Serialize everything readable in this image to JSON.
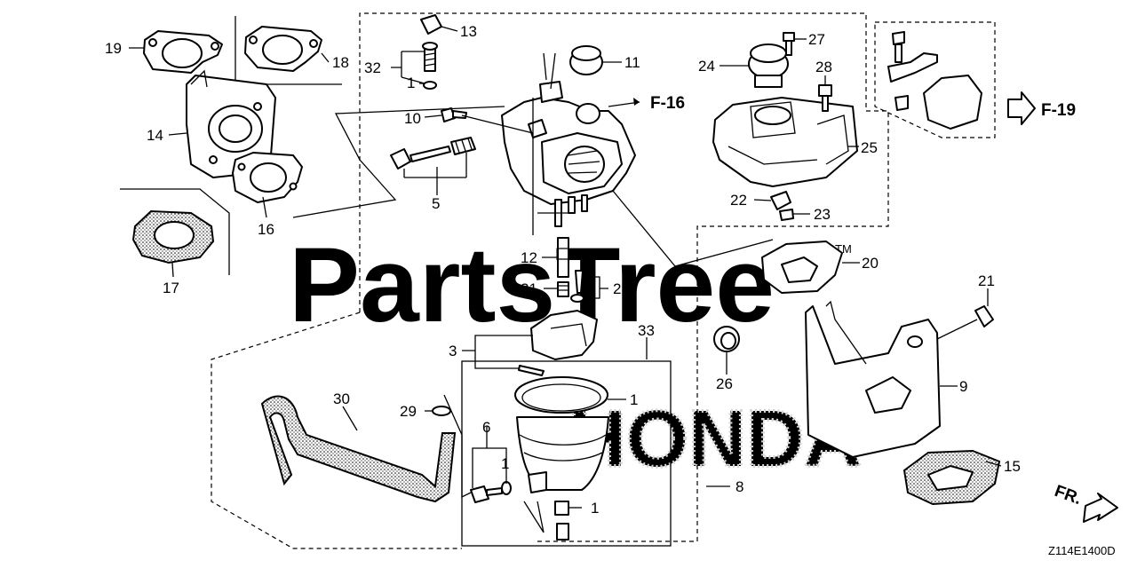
{
  "watermark": "PartsTree",
  "watermark_tm": "TM",
  "brand_watermark": "HONDA",
  "diagram_code": "Z114E1400D",
  "refs": {
    "f16": "F-16",
    "f19": "F-19",
    "fr": "FR."
  },
  "labels": {
    "p1a": "1",
    "p1b": "1",
    "p1c": "1",
    "p1d": "1",
    "p2": "2",
    "p3": "3",
    "p5": "5",
    "p6": "6",
    "p8": "8",
    "p9": "9",
    "p10": "10",
    "p11": "11",
    "p12": "12",
    "p13": "13",
    "p14": "14",
    "p15": "15",
    "p16": "16",
    "p17": "17",
    "p18": "18",
    "p19": "19",
    "p20": "20",
    "p21": "21",
    "p22": "22",
    "p23": "23",
    "p24": "24",
    "p25": "25",
    "p26": "26",
    "p27": "27",
    "p28": "28",
    "p29": "29",
    "p30": "30",
    "p31": "31",
    "p32": "32",
    "p33": "33"
  },
  "colors": {
    "line": "#000000",
    "watermark": "#c8c8c8",
    "background": "#ffffff"
  }
}
